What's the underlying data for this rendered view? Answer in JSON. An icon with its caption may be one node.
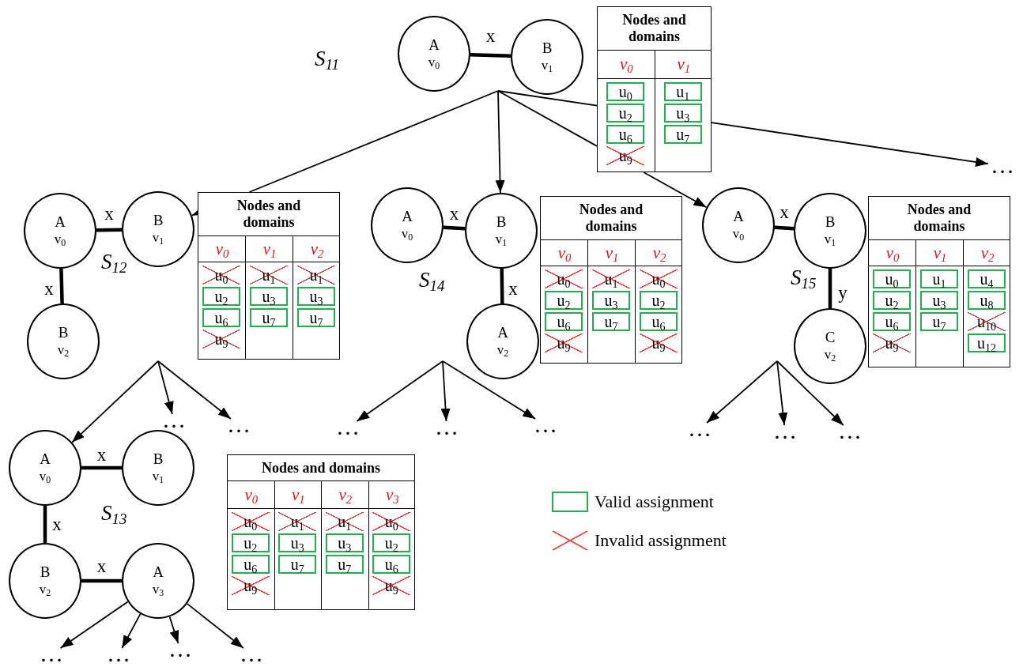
{
  "diagram": {
    "nodes": [
      {
        "text": [
          "A",
          "v$_{0}$"
        ]
      },
      {
        "text": [
          "B",
          "v$_{1}$"
        ]
      },
      {
        "text": [
          "Nodes and domains"
        ]
      },
      {
        "text": [
          "u$_{0}$"
        ],
        "in": 2
      },
      {
        "text": [
          "u$_{1}$"
        ],
        "in": 2
      },
      {
        "text": [
          "u$_{2}$"
        ],
        "in": 2
      },
      {
        "text": [
          "u$_{3}$"
        ],
        "in": 2
      },
      {
        "text": [
          "u$_{6}$"
        ],
        "in": 2
      },
      {
        "text": [
          "u$_{7}$"
        ],
        "in": 2
      },
      {
        "text": [
          "…"
        ]
      },
      {
        "text": [
          "A",
          "v$_{0}$"
        ]
      },
      {
        "text": [
          "B",
          "v$_{1}$"
        ]
      },
      {
        "text": [
          "B",
          "v$_{2}$"
        ]
      },
      {
        "text": [
          "Nodes and domains"
        ]
      },
      {
        "text": [
          "u$_{2}$"
        ],
        "in": 13
      },
      {
        "text": [
          "u$_{3}$"
        ],
        "in": 13
      },
      {
        "text": [
          "u$_{3}$"
        ],
        "in": 13
      },
      {
        "text": [
          "u$_{6}$"
        ],
        "in": 13
      },
      {
        "text": [
          "u$_{7}$"
        ],
        "in": 13
      },
      {
        "text": [
          "u$_{7}$"
        ],
        "in": 13
      },
      {
        "text": [
          "A",
          "v$_{0}$"
        ]
      },
      {
        "text": [
          "B",
          "v$_{1}$"
        ]
      },
      {
        "text": [
          "A",
          "v$_{2}$"
        ]
      },
      {
        "text": [
          "Nodes and domains"
        ]
      },
      {
        "text": [
          "u$_{2}$"
        ],
        "in": 23
      },
      {
        "text": [
          "u$_{3}$"
        ],
        "in": 23
      },
      {
        "text": [
          "u$_{2}$"
        ],
        "in": 23
      },
      {
        "text": [
          "u$_{6}$"
        ],
        "in": 23
      },
      {
        "text": [
          "u$_{7}$"
        ],
        "in": 23
      },
      {
        "text": [
          "u$_{6}$"
        ],
        "in": 23
      },
      {
        "text": [
          "A",
          "v$_{0}$"
        ]
      },
      {
        "text": [
          "B",
          "v$_{1}$"
        ]
      },
      {
        "text": [
          "C",
          "v$_{2}$"
        ]
      },
      {
        "text": [
          "Nodes and domains"
        ]
      },
      {
        "text": [
          "u$_{0}$"
        ],
        "in": 33
      },
      {
        "text": [
          "u$_{1}$"
        ],
        "in": 33
      },
      {
        "text": [
          "u$_{4}$"
        ],
        "in": 33
      },
      {
        "text": [
          "u$_{2}$"
        ],
        "in": 33
      },
      {
        "text": [
          "u$_{3}$"
        ],
        "in": 33
      },
      {
        "text": [
          "u$_{8}$"
        ],
        "in": 33
      },
      {
        "text": [
          "u$_{6}$"
        ],
        "in": 33
      },
      {
        "text": [
          "u$_{7}$"
        ],
        "in": 33
      },
      {
        "text": [
          "u$_{12}$"
        ],
        "in": 33
      },
      {
        "text": [
          "…"
        ]
      },
      {
        "text": [
          "…"
        ]
      },
      {
        "text": [
          "…"
        ]
      },
      {
        "text": [
          "…"
        ]
      },
      {
        "text": [
          "…"
        ]
      },
      {
        "text": [
          "…"
        ]
      },
      {
        "text": [
          "…"
        ]
      },
      {
        "text": [
          "…"
        ]
      },
      {
        "text": [
          "A",
          "v$_{0}$"
        ]
      },
      {
        "text": [
          "B",
          "v$_{1}$"
        ]
      },
      {
        "text": [
          "B",
          "v$_{2}$"
        ]
      },
      {
        "text": [
          "A",
          "v$_{3}$"
        ]
      },
      {
        "text": [
          "Nodes and domains"
        ]
      },
      {
        "text": [
          "u$_{2}$"
        ],
        "in": 55
      },
      {
        "text": [
          "u$_{3}$"
        ],
        "in": 55
      },
      {
        "text": [
          "u$_{3}$"
        ],
        "in": 55
      },
      {
        "text": [
          "u$_{2}$"
        ],
        "in": 55
      },
      {
        "text": [
          "u$_{6}$"
        ],
        "in": 55
      },
      {
        "text": [
          "u$_{7}$"
        ],
        "in": 55
      },
      {
        "text": [
          "u$_{7}$"
        ],
        "in": 55
      },
      {
        "text": [
          "u$_{6}$"
        ],
        "in": 55
      },
      {
        "text": [
          "…"
        ]
      },
      {
        "text": [
          "…"
        ]
      },
      {
        "text": [
          "…"
        ]
      },
      {
        "text": [
          "…"
        ]
      }
    ],
    "edges": [
      {
        "from": 0,
        "to": 1,
        "arrow": "none",
        "label": "x",
        "style": "thick"
      },
      {
        "from": null,
        "to": 11,
        "arrow": "to"
      },
      {
        "from": null,
        "to": 21,
        "arrow": "to"
      },
      {
        "from": null,
        "to": 30,
        "arrow": "to"
      },
      {
        "from": null,
        "to": 9,
        "arrow": "to"
      },
      {
        "from": 10,
        "to": 11,
        "arrow": "none",
        "label": "x",
        "style": "thick"
      },
      {
        "from": 10,
        "to": 12,
        "arrow": "none",
        "label": "x",
        "style": "thick"
      },
      {
        "from": null,
        "to": 51,
        "arrow": "to"
      },
      {
        "from": null,
        "to": 43,
        "arrow": "to"
      },
      {
        "from": null,
        "to": 44,
        "arrow": "to"
      },
      {
        "from": 20,
        "to": 21,
        "arrow": "none",
        "label": "x",
        "style": "thick"
      },
      {
        "from": 21,
        "to": 22,
        "arrow": "none",
        "label": "x",
        "style": "thick"
      },
      {
        "from": null,
        "to": 45,
        "arrow": "to"
      },
      {
        "from": null,
        "to": 46,
        "arrow": "to"
      },
      {
        "from": null,
        "to": 47,
        "arrow": "to"
      },
      {
        "from": 30,
        "to": 31,
        "arrow": "none",
        "label": "x",
        "style": "thick"
      },
      {
        "from": 31,
        "to": 32,
        "arrow": "none",
        "label": "y",
        "style": "thick"
      },
      {
        "from": null,
        "to": 48,
        "arrow": "to"
      },
      {
        "from": null,
        "to": 49,
        "arrow": "to"
      },
      {
        "from": null,
        "to": 50,
        "arrow": "to"
      },
      {
        "from": 51,
        "to": 52,
        "arrow": "none",
        "label": "x",
        "style": "thick"
      },
      {
        "from": 51,
        "to": 53,
        "arrow": "none",
        "label": "x",
        "style": "thick"
      },
      {
        "from": 53,
        "to": 54,
        "arrow": "none",
        "label": "x",
        "style": "thick"
      },
      {
        "from": 54,
        "to": 64,
        "arrow": "to"
      },
      {
        "from": 54,
        "to": 65,
        "arrow": "to"
      },
      {
        "from": 54,
        "to": 66,
        "arrow": "to"
      },
      {
        "from": 54,
        "to": 67,
        "arrow": "to"
      }
    ],
    "labels": [
      "S$_{11}$",
      "v$_{0}$",
      "v$_{1}$",
      "u$_{9}$",
      "S$_{12}$",
      "v$_{0}$",
      "v$_{1}$",
      "v$_{2}$",
      "u$_{0}$",
      "u$_{1}$",
      "u$_{1}$",
      "u$_{9}$",
      "S$_{14}$",
      "v$_{0}$",
      "v$_{1}$",
      "v$_{2}$",
      "u$_{0}$",
      "u$_{1}$",
      "u$_{0}$",
      "u$_{9}$",
      "u$_{9}$",
      "S$_{15}$",
      "v$_{0}$",
      "v$_{1}$",
      "v$_{2}$",
      "u$_{10}$",
      "u$_{9}$",
      "S$_{13}$",
      "v$_{0}$",
      "v$_{1}$",
      "v$_{2}$",
      "v$_{3}$",
      "u$_{0}$",
      "u$_{1}$",
      "u$_{1}$",
      "u$_{0}$",
      "u$_{9}$",
      "u$_{9}$"
    ],
    "legend": [
      {
        "text": "Valid assignment"
      },
      {
        "text": "Invalid assignment"
      }
    ]
  }
}
